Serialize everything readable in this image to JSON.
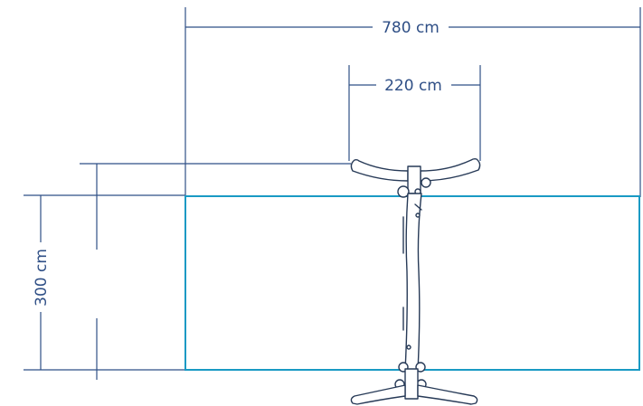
{
  "dimensions": {
    "overall_width": "780 cm",
    "inner_width": "220 cm",
    "height": "300 cm"
  },
  "colors": {
    "dimension_line": "#2f4f86",
    "outline": "#199ac4",
    "structure": "#273a57",
    "background": "#ffffff"
  }
}
